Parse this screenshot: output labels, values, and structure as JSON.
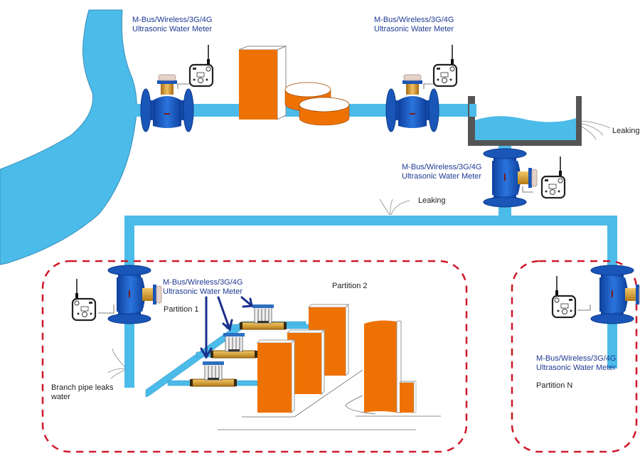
{
  "diagram": {
    "title": "Ultrasonic water meter leak monitoring network",
    "colors": {
      "water": "#4bbbe9",
      "water_stroke": "#2f8fbf",
      "valve_blue": "#1e5fc0",
      "building_orange": "#ee7203",
      "partition_border": "#d0182a",
      "label_blue": "#1f3a93",
      "arrow_blue": "#1b2f8c",
      "tank_wall": "#555555"
    },
    "meter_labels": [
      {
        "id": "meter-inlet",
        "line1": "M-Bus/Wireless/3G/4G",
        "line2": "Ultrasonic Water Meter"
      },
      {
        "id": "meter-tank-inlet",
        "line1": "M-Bus/Wireless/3G/4G",
        "line2": "Ultrasonic Water Meter"
      },
      {
        "id": "meter-tank-outlet",
        "line1": "M-Bus/Wireless/3G/4G",
        "line2": "Ultrasonic Water Meter"
      },
      {
        "id": "meter-partition-1",
        "line1": "M-Bus/Wireless/3G/4G",
        "line2": "Ultrasonic Water Meter"
      },
      {
        "id": "meter-partition-n",
        "line1": "M-Bus/Wireless/3G/4G",
        "line2": "Ultrasonic Water Meter"
      }
    ],
    "leak_labels": {
      "tank": "Leaking",
      "main_pipe": "Leaking",
      "branch_line1": "Branch pipe leaks",
      "branch_line2": "water"
    },
    "partitions": {
      "p1": "Partition 1",
      "p2": "Partition 2",
      "pn": "Partition N"
    }
  }
}
